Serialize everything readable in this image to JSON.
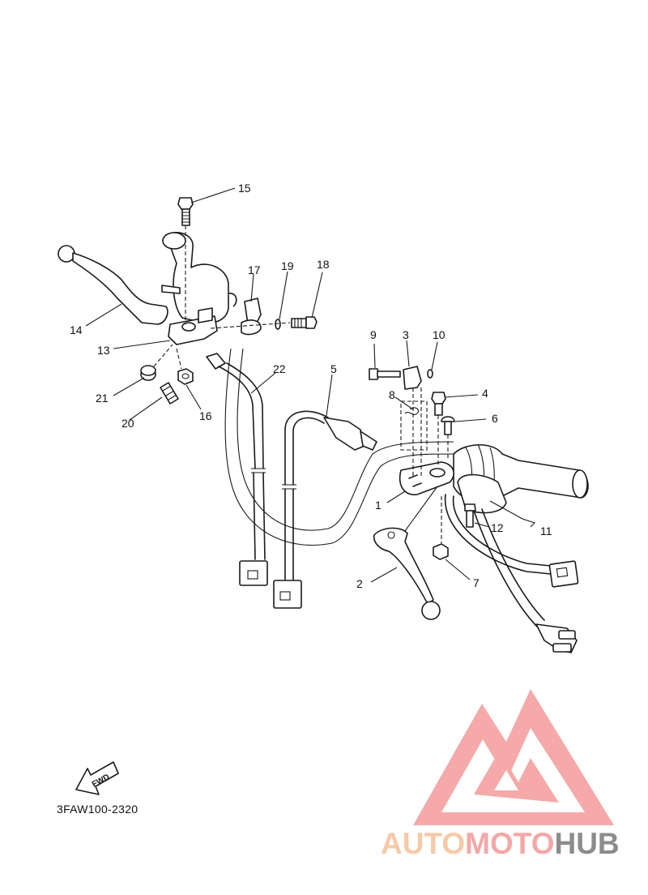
{
  "callouts": [
    "1",
    "2",
    "3",
    "4",
    "5",
    "6",
    "7",
    "8",
    "9",
    "10",
    "11",
    "12",
    "13",
    "14",
    "15",
    "16",
    "17",
    "18",
    "19",
    "20",
    "21",
    "22"
  ],
  "fwd_arrow": {
    "label": "FWD",
    "icon": "fwd-arrow-icon"
  },
  "drawing_code": "3FAW100-2320",
  "watermark": {
    "logo": "automotohub-triangle-logo",
    "text_part1": "AUTO",
    "text_part2": "MOTO",
    "text_part3": "HUB",
    "colors": {
      "part1": "#f6c9a8",
      "part2": "#f4a7a7",
      "part3": "#8c8c8c",
      "triangle": "#f4a0a0"
    }
  }
}
